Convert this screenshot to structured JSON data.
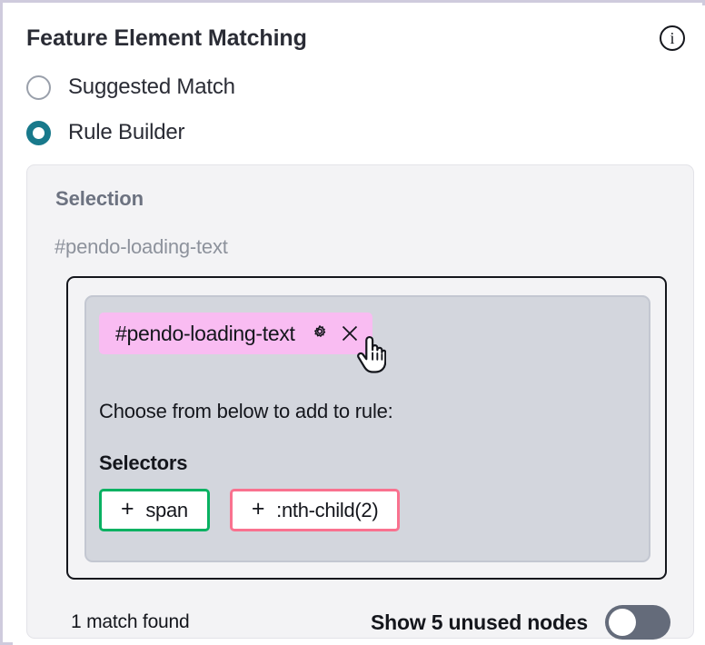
{
  "header": {
    "title": "Feature Element Matching",
    "info_icon": "info-circle-icon",
    "info_glyph": "i"
  },
  "match_mode": {
    "options": [
      {
        "label": "Suggested Match",
        "selected": false
      },
      {
        "label": "Rule Builder",
        "selected": true
      }
    ],
    "accent_color": "#18798b"
  },
  "selection": {
    "heading": "Selection",
    "value": "#pendo-loading-text",
    "node": {
      "tag_label": "#pendo-loading-text",
      "tag_color": "#f9bcf2",
      "gear_icon": "gear-icon",
      "close_icon": "close-x-icon"
    },
    "choose_prompt": "Choose from below to add to rule:",
    "selectors_heading": "Selectors",
    "selectors": [
      {
        "plus": "+",
        "label": "span",
        "border_color": "#09b162"
      },
      {
        "plus": "+",
        "label": ":nth-child(2)",
        "border_color": "#f9728f"
      }
    ]
  },
  "footer": {
    "match_text": "1 match found",
    "toggle_label": "Show 5 unused nodes",
    "toggle_on": false,
    "toggle_color": "#646b7a"
  }
}
